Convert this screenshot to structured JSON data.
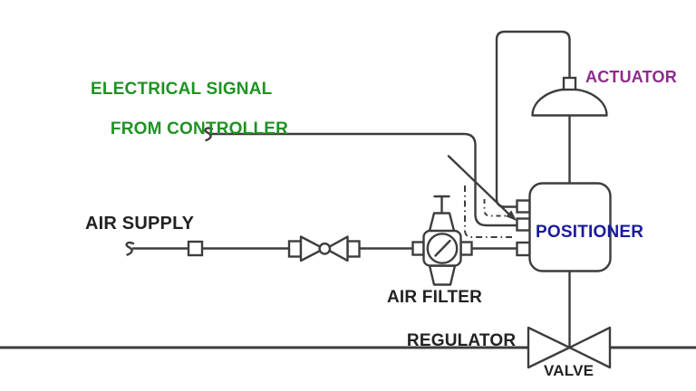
{
  "labels": {
    "electrical_signal": {
      "line1": "ELECTRICAL SIGNAL",
      "line2": "FROM CONTROLLER"
    },
    "actuator": {
      "text": "ACTUATOR"
    },
    "air_supply": {
      "text": "AIR SUPPLY"
    },
    "positioner": {
      "text": "POSITIONER"
    },
    "air_filter_regulator": {
      "line1": "AIR FILTER",
      "line2": "REGULATOR"
    },
    "valve": {
      "text": "VALVE"
    }
  },
  "colors": {
    "line": "#3d3d3d",
    "green": "#1e9322",
    "purple": "#8e2a8e",
    "navy": "#1a1aa0",
    "ink": "#222222",
    "background": "#ffffff"
  },
  "components": {
    "actuator_symbol": "diaphragm-dome-with-cap",
    "positioner_symbol": "rounded-box-with-three-left-ports",
    "control_valve_symbol": "bowtie-valve",
    "hand_valve_symbol": "bowtie-valve-with-ball",
    "air_filter_regulator_symbol": "body-with-gauge-and-funnels",
    "pipe_coupling_symbol": "small-square-on-line",
    "electrical_signal_style": "solid-line-squiggle-tail-arrow",
    "pneumatic_signal_style": "dash-dot-line"
  }
}
